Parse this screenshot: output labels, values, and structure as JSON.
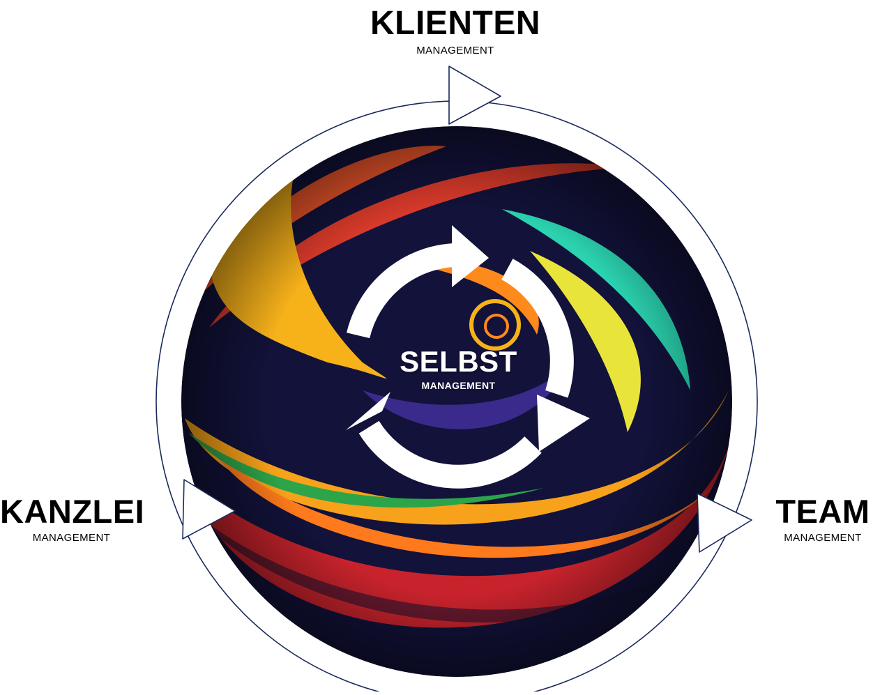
{
  "diagram": {
    "nodes": {
      "top": {
        "title": "KLIENTEN",
        "subtitle": "MANAGEMENT"
      },
      "left": {
        "title": "KANZLEI",
        "subtitle": "MANAGEMENT"
      },
      "right": {
        "title": "TEAM",
        "subtitle": "MANAGEMENT"
      },
      "center": {
        "title": "SELBST",
        "subtitle": "MANAGEMENT"
      }
    },
    "colors": {
      "outer_ring_stroke": "#1a2a5c",
      "arrow_fill": "#ffffff",
      "inner_cycle": "#ffffff",
      "swirl": [
        "#f7b21a",
        "#ff8a1c",
        "#e8342a",
        "#c01f4a",
        "#2bd3b0",
        "#2ca44a",
        "#e9e43a",
        "#1c1a45",
        "#3a2a8c",
        "#101030"
      ]
    },
    "icons": {
      "outer_arrows": "triangle-arrow-icon",
      "inner_cycle": "cycle-arrows-icon"
    }
  }
}
